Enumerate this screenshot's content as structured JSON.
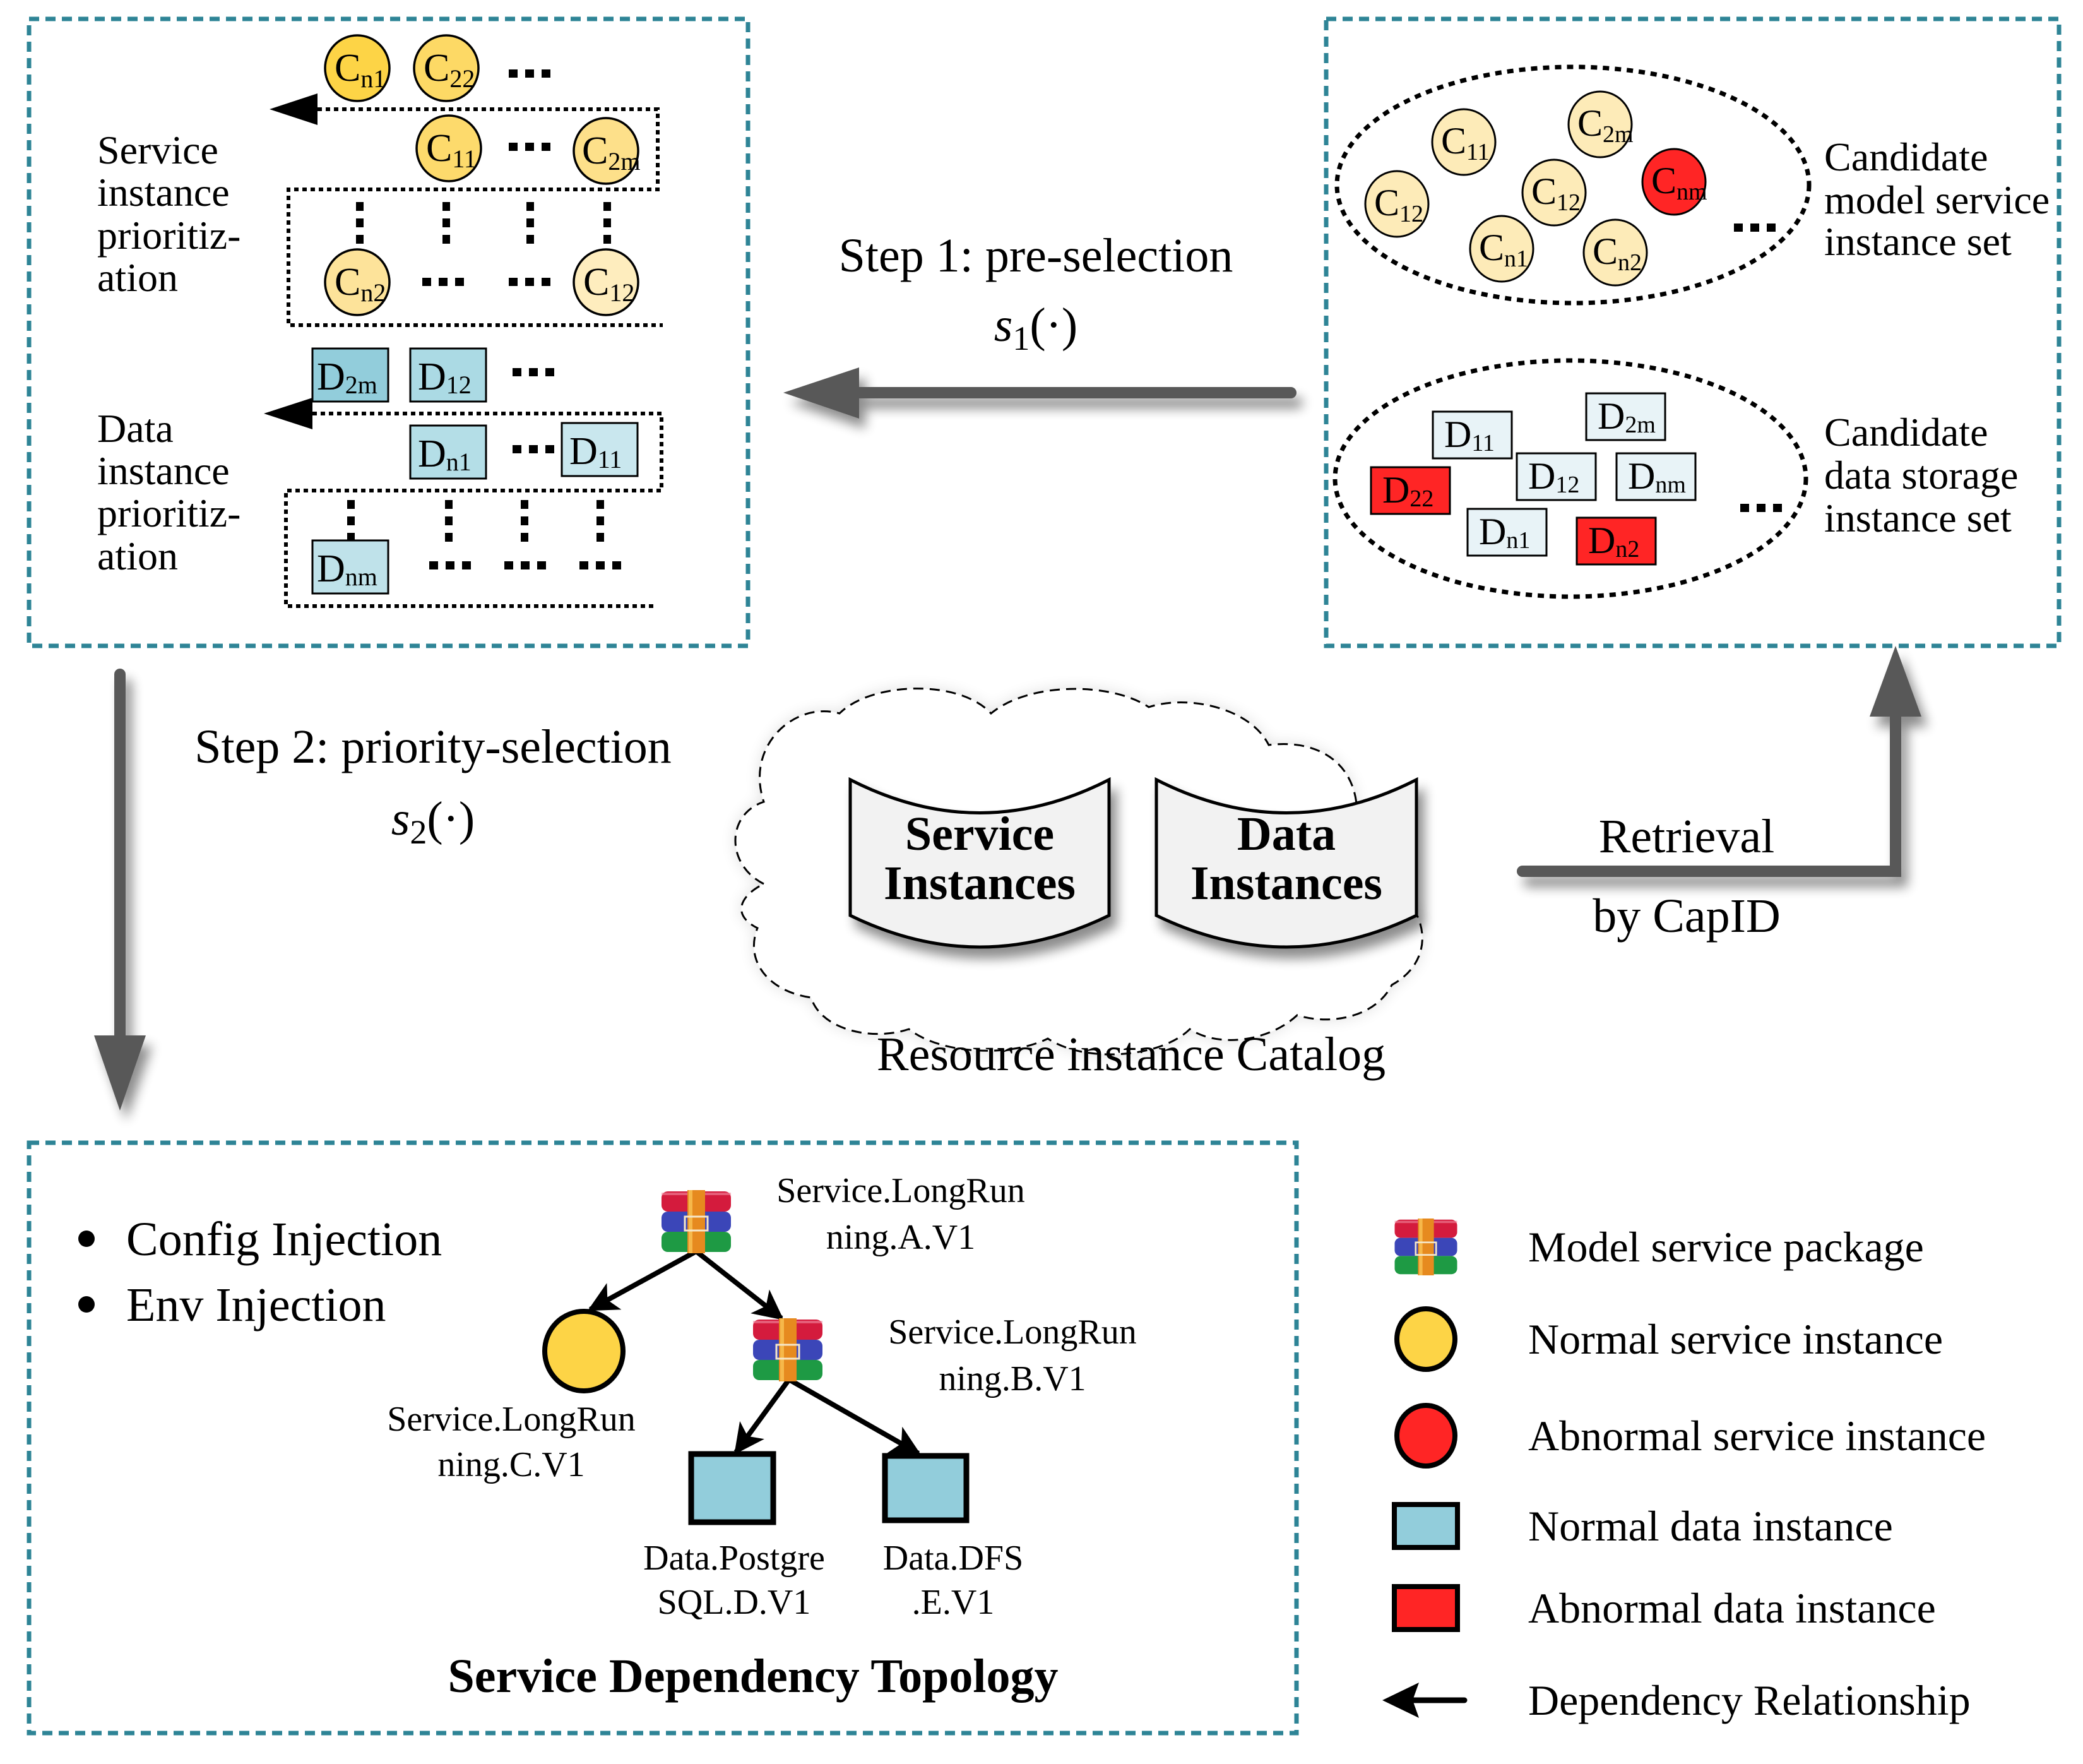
{
  "prioritization_panel": {
    "service_label": [
      "Service",
      "instance",
      "prioritiz-",
      "ation"
    ],
    "data_label": [
      "Data",
      "instance",
      "prioritiz-",
      "ation"
    ],
    "service_rows": [
      [
        {
          "letter": "C",
          "sub": "n1"
        },
        {
          "letter": "C",
          "sub": "22"
        }
      ],
      [
        {
          "letter": "C",
          "sub": "11"
        },
        {
          "letter": "C",
          "sub": "2m"
        }
      ],
      [
        {
          "letter": "C",
          "sub": "n2"
        },
        {
          "letter": "C",
          "sub": "12"
        }
      ]
    ],
    "data_rows": [
      [
        {
          "letter": "D",
          "sub": "2m"
        },
        {
          "letter": "D",
          "sub": "12"
        }
      ],
      [
        {
          "letter": "D",
          "sub": "n1"
        },
        {
          "letter": "D",
          "sub": "11"
        }
      ],
      [
        {
          "letter": "D",
          "sub": "nm"
        }
      ]
    ],
    "ellipsis": "..."
  },
  "candidate_panel": {
    "service_set_label": [
      "Candidate",
      "model service",
      "instance set"
    ],
    "data_set_label": [
      "Candidate",
      "data storage",
      "instance set"
    ],
    "service_instances": [
      {
        "letter": "C",
        "sub": "11",
        "status": "normal"
      },
      {
        "letter": "C",
        "sub": "2m",
        "status": "normal"
      },
      {
        "letter": "C",
        "sub": "12",
        "status": "normal"
      },
      {
        "letter": "C",
        "sub": "12",
        "status": "normal"
      },
      {
        "letter": "C",
        "sub": "nm",
        "status": "abnormal"
      },
      {
        "letter": "C",
        "sub": "n1",
        "status": "normal"
      },
      {
        "letter": "C",
        "sub": "n2",
        "status": "normal"
      }
    ],
    "data_instances": [
      {
        "letter": "D",
        "sub": "11",
        "status": "normal"
      },
      {
        "letter": "D",
        "sub": "2m",
        "status": "normal"
      },
      {
        "letter": "D",
        "sub": "22",
        "status": "abnormal"
      },
      {
        "letter": "D",
        "sub": "12",
        "status": "normal"
      },
      {
        "letter": "D",
        "sub": "nm",
        "status": "normal"
      },
      {
        "letter": "D",
        "sub": "n1",
        "status": "normal"
      },
      {
        "letter": "D",
        "sub": "n2",
        "status": "abnormal"
      }
    ],
    "ellipsis": "..."
  },
  "steps": {
    "step1_label": "Step 1: pre-selection",
    "step1_func": {
      "name": "s",
      "sub": "1",
      "args": "(·)"
    },
    "step2_label": "Step 2: priority-selection",
    "step2_func": {
      "name": "s",
      "sub": "2",
      "args": "(·)"
    },
    "retrieval_line1": "Retrieval",
    "retrieval_line2": "by CapID"
  },
  "catalog": {
    "doc1": [
      "Service",
      "Instances"
    ],
    "doc2": [
      "Data",
      "Instances"
    ],
    "caption": "Resource instance Catalog"
  },
  "topology_panel": {
    "bullets": [
      "Config Injection",
      "Env Injection"
    ],
    "nodes": {
      "A": [
        "Service.LongRun",
        "ning.A.V1"
      ],
      "B": [
        "Service.LongRun",
        "ning.B.V1"
      ],
      "C": [
        "Service.LongRun",
        "ning.C.V1"
      ],
      "D": [
        "Data.Postgre",
        "SQL.D.V1"
      ],
      "E": [
        "Data.DFS",
        ".E.V1"
      ]
    },
    "title": "Service Dependency Topology"
  },
  "legend": [
    {
      "icon": "package-icon",
      "label": "Model service package"
    },
    {
      "icon": "normal-service-icon",
      "label": "Normal service instance"
    },
    {
      "icon": "abnormal-service-icon",
      "label": "Abnormal service instance"
    },
    {
      "icon": "normal-data-icon",
      "label": "Normal data instance"
    },
    {
      "icon": "abnormal-data-icon",
      "label": "Abnormal data instance"
    },
    {
      "icon": "dependency-arrow-icon",
      "label": "Dependency Relationship"
    }
  ],
  "colors": {
    "panel_border": "#2E8496",
    "normal_service": "#FDD446",
    "abnormal": "#FF2525",
    "normal_data": "#92CDDB",
    "candidate_service": "#FDEBB8",
    "candidate_data": "#E8F3F7",
    "arrow_grey": "#595959"
  }
}
